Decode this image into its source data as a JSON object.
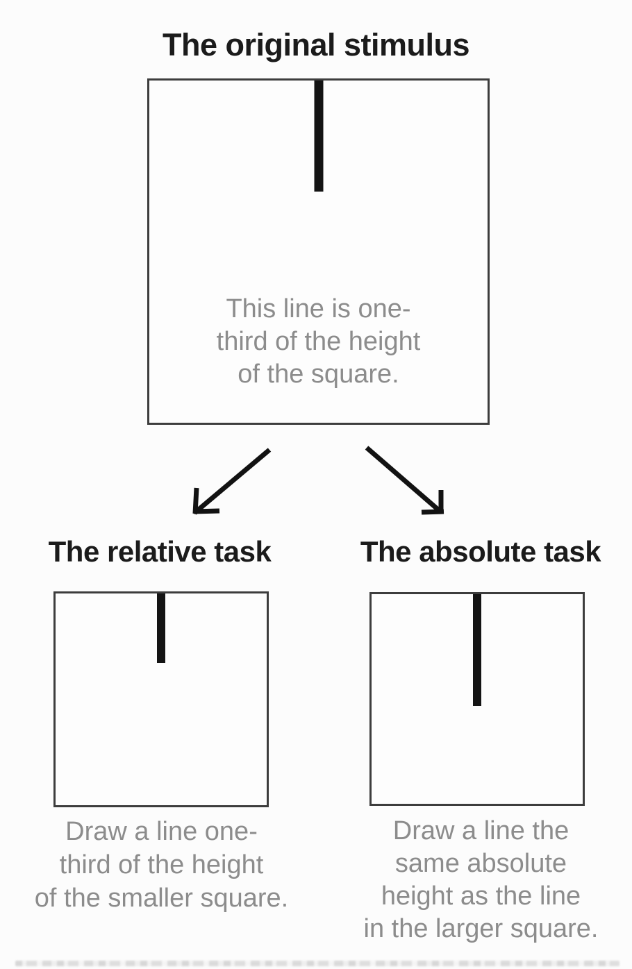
{
  "figure": {
    "description_name": "frame-line-task-diagram"
  },
  "colors": {
    "ink": "#1b1b1b",
    "border": "#3d3d3d",
    "line": "#141414",
    "muted": "#8c8c8c",
    "bg": "#fcfcfc"
  },
  "icons": {
    "left_arrow": "down-left-arrow",
    "right_arrow": "down-right-arrow"
  },
  "original": {
    "title": "The original stimulus",
    "note_lines": [
      "This line is one-",
      "third of the height",
      "of the square."
    ]
  },
  "relative": {
    "title": "The relative task",
    "caption_lines": [
      "Draw a line one-",
      "third of the height",
      "of the smaller square."
    ]
  },
  "absolute": {
    "title": "The absolute task",
    "caption_lines": [
      "Draw a line the",
      "same absolute",
      "height as the line",
      "in the larger square."
    ]
  }
}
